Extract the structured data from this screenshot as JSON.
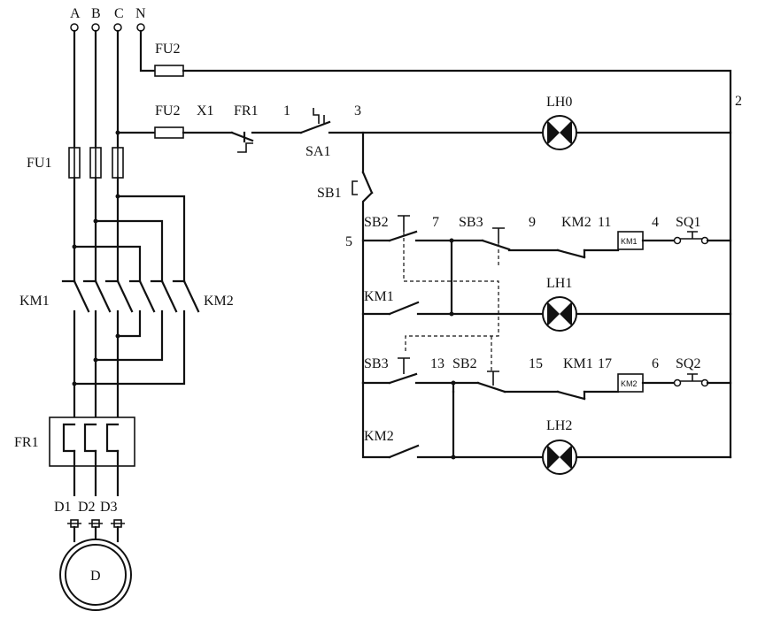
{
  "phases": [
    "A",
    "B",
    "C",
    "N"
  ],
  "components": {
    "fu1": "FU1",
    "fu2_top": "FU2",
    "fu2_mid": "FU2",
    "x1": "X1",
    "fr1_ctrl": "FR1",
    "sa1": "SA1",
    "sb1": "SB1",
    "sb2_a": "SB2",
    "sb3_a": "SB3",
    "sb3_b": "SB3",
    "sb2_b": "SB2",
    "km2_contact": "KM2",
    "km1_contact": "KM1",
    "km1_coil": "KM1",
    "km2_coil": "KM2",
    "km1_aux": "KM1",
    "km2_aux": "KM2",
    "sq1": "SQ1",
    "sq2": "SQ2",
    "lh0": "LH0",
    "lh1": "LH1",
    "lh2": "LH2",
    "km1_main": "KM1",
    "km2_main": "KM2",
    "fr1_main": "FR1",
    "d1": "D1",
    "d2": "D2",
    "d3": "D3",
    "motor": "D"
  },
  "nodes": {
    "n1": "1",
    "n2": "2",
    "n3": "3",
    "n4": "4",
    "n5": "5",
    "n6": "6",
    "n7": "7",
    "n9": "9",
    "n11": "11",
    "n13": "13",
    "n15": "15",
    "n17": "17"
  },
  "colors": {
    "line": "#111111",
    "background": "#ffffff"
  }
}
